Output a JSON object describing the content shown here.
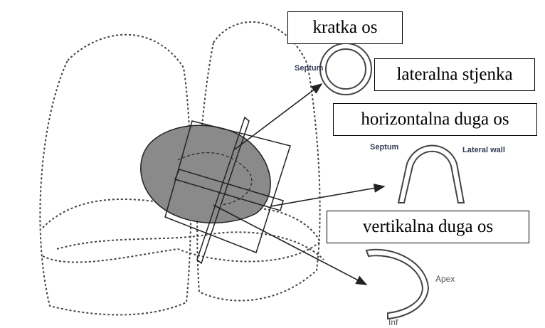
{
  "callouts": {
    "short_axis": "kratka os",
    "lateral_wall": "lateralna stjenka",
    "horizontal_long_axis": "horizontalna duga os",
    "vertical_long_axis": "vertikalna duga os"
  },
  "labels": {
    "septum_top": "Septum",
    "septum_mid": "Septum",
    "lateral_wall": "Lateral wall",
    "apex": "Apex",
    "inf": "Inf"
  },
  "colors": {
    "heart_fill": "#8a8a8a",
    "outline": "#222222",
    "label_text": "#333a55"
  }
}
